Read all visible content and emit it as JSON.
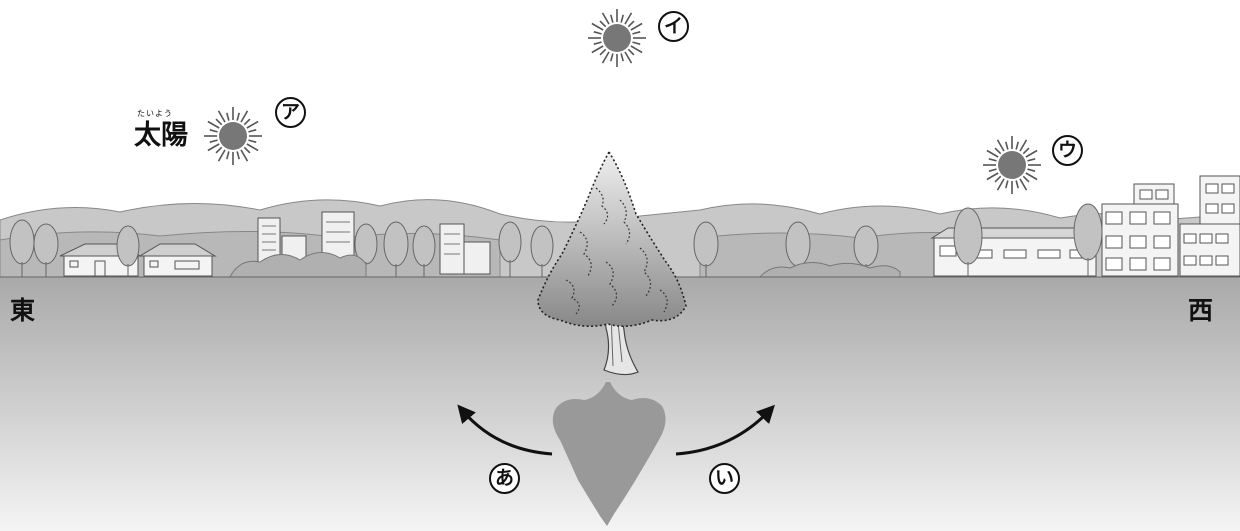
{
  "sun_label": {
    "ruby": "たいよう",
    "text": "太陽"
  },
  "sun_positions": [
    {
      "mark": "ア"
    },
    {
      "mark": "イ"
    },
    {
      "mark": "ウ"
    }
  ],
  "directions": {
    "east": "東",
    "west": "西"
  },
  "shadow_arrows": [
    {
      "mark": "あ"
    },
    {
      "mark": "い"
    }
  ]
}
